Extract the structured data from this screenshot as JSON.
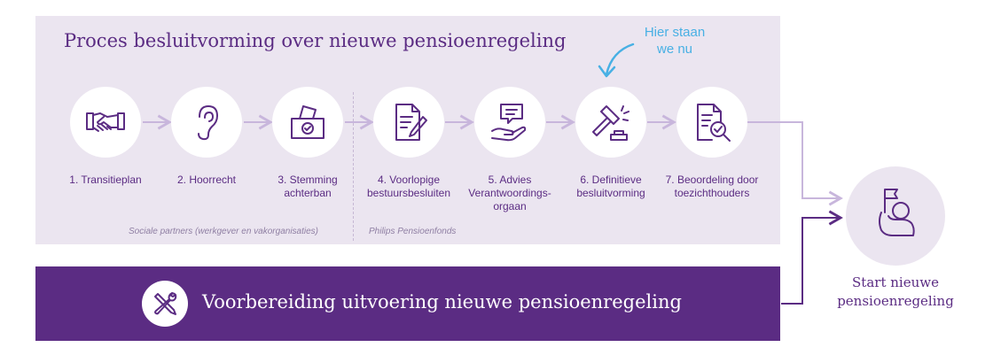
{
  "title": "Proces besluitvorming over nieuwe pensioenregeling",
  "hint": [
    "Hier staan",
    "we nu"
  ],
  "steps": [
    {
      "label": [
        "1. Transitieplan"
      ],
      "icon": "handshake-icon"
    },
    {
      "label": [
        "2. Hoorrecht"
      ],
      "icon": "ear-icon"
    },
    {
      "label": [
        "3. Stemming",
        "achterban"
      ],
      "icon": "ballot-box-icon"
    },
    {
      "label": [
        "4. Voorlopige",
        "bestuursbesluiten"
      ],
      "icon": "document-pen-icon"
    },
    {
      "label": [
        "5. Advies",
        "Verantwoordings-",
        "orgaan"
      ],
      "icon": "hand-message-icon"
    },
    {
      "label": [
        "6. Definitieve",
        "besluitvorming"
      ],
      "icon": "gavel-icon"
    },
    {
      "label": [
        "7. Beoordeling door",
        "toezichthouders"
      ],
      "icon": "document-magnifier-icon"
    }
  ],
  "groups": {
    "left": "Sociale partners (werkgever en vakorganisaties)",
    "right": "Philips Pensioenfonds"
  },
  "bar": {
    "text": "Voorbereiding uitvoering nieuwe pensioenregeling",
    "icon": "tools-icon"
  },
  "end": {
    "label": [
      "Start nieuwe",
      "pensioenregeling"
    ],
    "icon": "person-flag-icon"
  },
  "colors": {
    "primary": "#5b2c83",
    "panel": "#ebe5f0",
    "accent": "#48b0e4",
    "connector": "#c8b6dc"
  }
}
